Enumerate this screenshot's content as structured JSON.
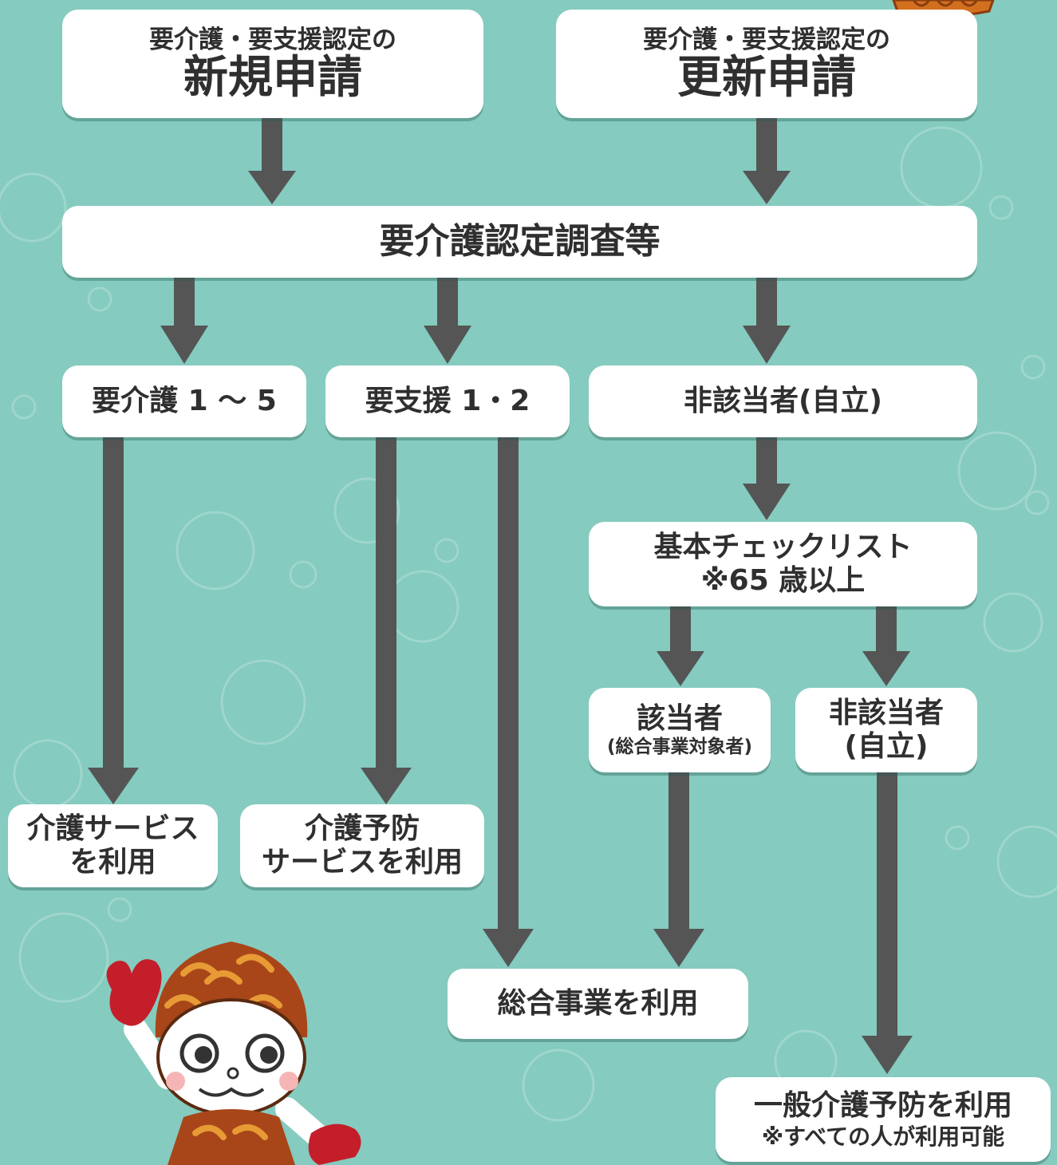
{
  "colors": {
    "background": "#85cbbf",
    "box": "#ffffff",
    "arrow": "#555555",
    "text": "#2f2f2f"
  },
  "icons": [
    "acorn-mascot",
    "acorn-pattern"
  ],
  "boxes": {
    "new_application": {
      "sub": "要介護・要支援認定の",
      "main": "新規申請"
    },
    "renewal_application": {
      "sub": "要介護・要支援認定の",
      "main": "更新申請"
    },
    "survey": {
      "label": "要介護認定調査等"
    },
    "care_level": {
      "label": "要介護 1 ～ 5"
    },
    "support_level": {
      "label": "要支援 1・2"
    },
    "not_applicable": {
      "label": "非該当者(自立)"
    },
    "checklist": {
      "line1": "基本チェックリスト",
      "line2": "※65 歳以上"
    },
    "applicable": {
      "line1": "該当者",
      "line2": "(総合事業対象者)"
    },
    "not_applicable_2": {
      "line1": "非該当者",
      "line2": "(自立)"
    },
    "care_service": {
      "line1": "介護サービス",
      "line2": "を利用"
    },
    "prevention_service": {
      "line1": "介護予防",
      "line2": "サービスを利用"
    },
    "comprehensive": {
      "label": "総合事業を利用"
    },
    "general_prevention": {
      "line1": "一般介護予防を利用",
      "line2": "※すべての人が利用可能"
    }
  }
}
